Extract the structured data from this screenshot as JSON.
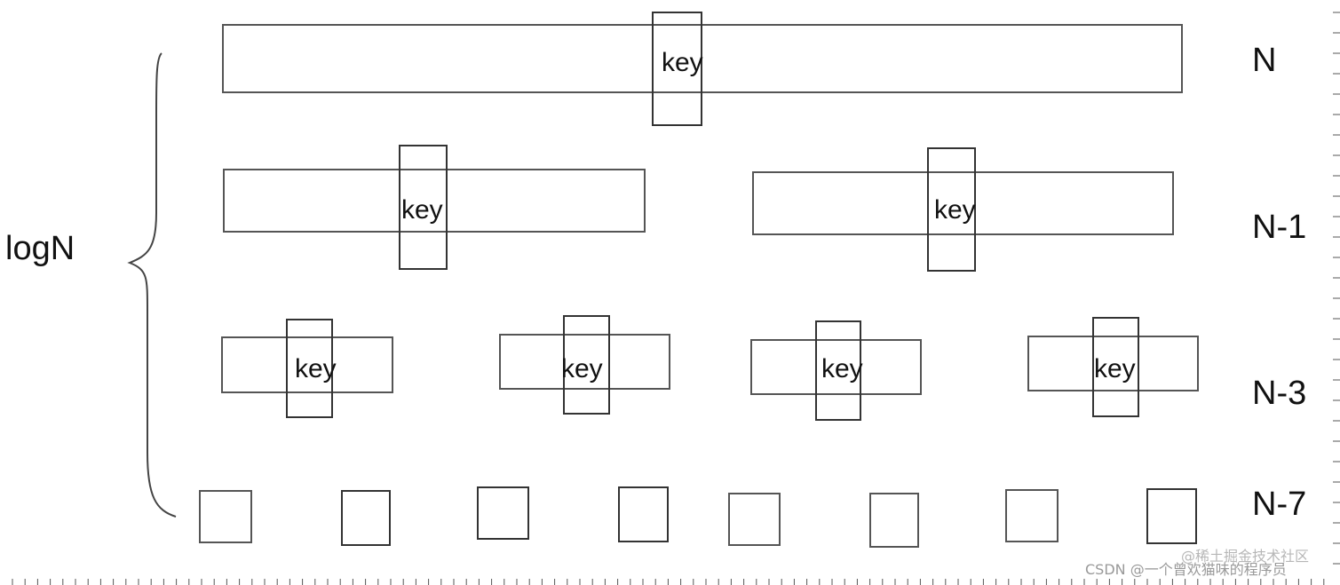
{
  "key_label": "key",
  "side_label": "logN",
  "levels": [
    "N",
    "N-1",
    "N-3",
    "N-7"
  ],
  "watermark_primary": "CSDN @一个曾欢猫味的程序员",
  "watermark_secondary": "@稀土掘金技术社区"
}
